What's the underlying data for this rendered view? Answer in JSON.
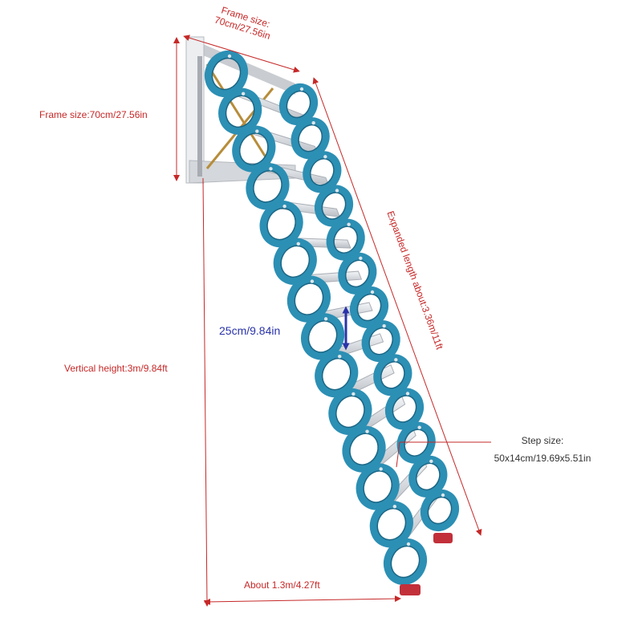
{
  "labels": {
    "frame_size_top_line1": "Frame size:",
    "frame_size_top_line2": "70cm/27.56in",
    "frame_size_side": "Frame size:70cm/27.56in",
    "expanded_length": "Expanded length about:3.36m/11ft",
    "step_spacing": "25cm/9.84in",
    "vertical_height": "Vertical height:3m/9.84ft",
    "step_size_line1": "Step size:",
    "step_size_line2": "50x14cm/19.69x5.51in",
    "base_width": "About 1.3m/4.27ft"
  },
  "colors": {
    "dimension_line": "#c62828",
    "ladder_blue": "#2c8fb4",
    "ladder_blue_dark": "#1a6685",
    "step_silver": "#d9dde2",
    "frame_silver": "#e3e5e8",
    "foot_red": "#c2303a",
    "spacing_arrow": "#2a33a8"
  }
}
